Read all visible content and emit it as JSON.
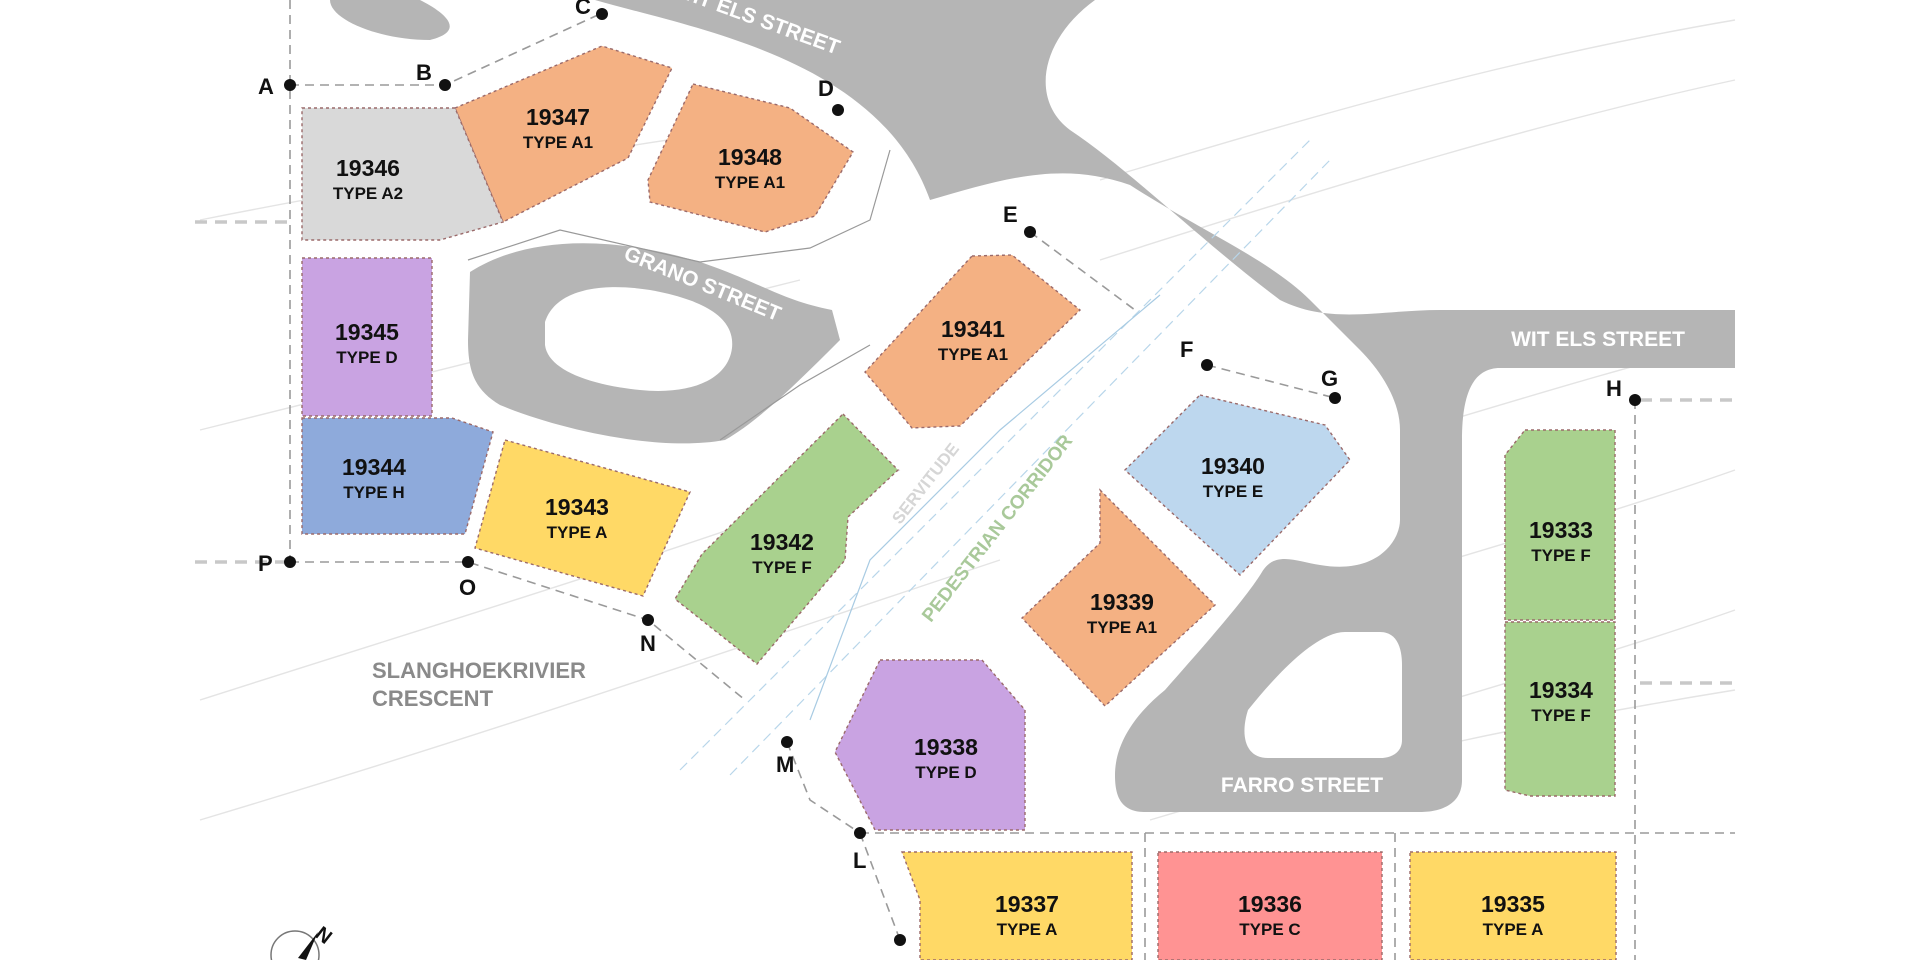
{
  "streets": {
    "wit_els_top": "WIT ELS STREET",
    "wit_els_right": "WIT ELS STREET",
    "grano": "GRANO STREET",
    "farro": "FARRO STREET"
  },
  "area_label": {
    "line1": "SLANGHOEKRIVIER",
    "line2": "CRESCENT"
  },
  "corridor_label": "PEDESTRIAN CORRIDOR",
  "servitude_label": "SERVITUDE",
  "north_label": "N",
  "point_labels": {
    "A": "A",
    "B": "B",
    "C": "C",
    "D": "D",
    "E": "E",
    "F": "F",
    "G": "G",
    "H": "H",
    "L": "L",
    "M": "M",
    "N": "N",
    "O": "O",
    "P": "P"
  },
  "colors": {
    "type_a1": "#f4b183",
    "type_a2": "#d9d9d9",
    "type_d": "#c9a3e2",
    "type_h": "#8eaadb",
    "type_a": "#ffd966",
    "type_f": "#a9d18e",
    "type_e": "#bdd7ee",
    "type_c": "#ff9393",
    "road": "#b5b5b5"
  },
  "plots": [
    {
      "number": "19347",
      "type": "TYPE A1"
    },
    {
      "number": "19348",
      "type": "TYPE A1"
    },
    {
      "number": "19346",
      "type": "TYPE A2"
    },
    {
      "number": "19345",
      "type": "TYPE D"
    },
    {
      "number": "19344",
      "type": "TYPE H"
    },
    {
      "number": "19343",
      "type": "TYPE A"
    },
    {
      "number": "19341",
      "type": "TYPE A1"
    },
    {
      "number": "19342",
      "type": "TYPE F"
    },
    {
      "number": "19340",
      "type": "TYPE E"
    },
    {
      "number": "19339",
      "type": "TYPE A1"
    },
    {
      "number": "19333",
      "type": "TYPE F"
    },
    {
      "number": "19334",
      "type": "TYPE F"
    },
    {
      "number": "19338",
      "type": "TYPE D"
    },
    {
      "number": "19337",
      "type": "TYPE A"
    },
    {
      "number": "19336",
      "type": "TYPE C"
    },
    {
      "number": "19335",
      "type": "TYPE A"
    }
  ]
}
